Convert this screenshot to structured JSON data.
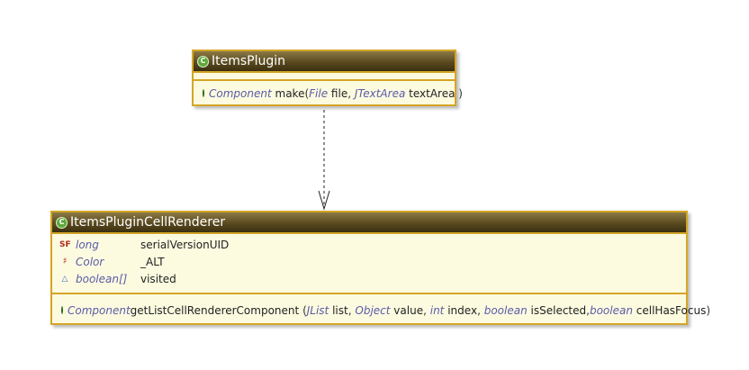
{
  "diagram": {
    "top_class": {
      "name": "ItemsPlugin",
      "icon": "class-icon",
      "methods": [
        {
          "visibility": "public",
          "return_type": "Component",
          "name": "make",
          "open_paren": "(",
          "params": [
            {
              "type": "File",
              "name": "file",
              "sep": ","
            },
            {
              "type": "JTextArea",
              "name": "textArea",
              "sep": ")"
            }
          ]
        }
      ]
    },
    "bottom_class": {
      "name": "ItemsPluginCellRenderer",
      "icon": "class-icon",
      "fields": [
        {
          "icon": "static-final-icon",
          "type": "long",
          "name": "serialVersionUID"
        },
        {
          "icon": "protected-icon",
          "type": "Color",
          "name": "_ALT"
        },
        {
          "icon": "package-icon",
          "type": "boolean[]",
          "name": "visited"
        }
      ],
      "methods": [
        {
          "visibility": "public",
          "return_type": "Component",
          "name": "getListCellRendererComponent",
          "open_paren": "(",
          "params": [
            {
              "type": "JList",
              "name": "list",
              "sep": ","
            },
            {
              "type": "Object",
              "name": "value",
              "sep": ","
            },
            {
              "type": "int",
              "name": "index",
              "sep": ","
            },
            {
              "type": "boolean",
              "name": "isSelected",
              "sep": ","
            },
            {
              "type": "boolean",
              "name": "cellHasFocus",
              "sep": ")"
            }
          ]
        }
      ]
    },
    "relationship": {
      "type": "dependency",
      "style": "dashed",
      "arrow": "open"
    },
    "colors": {
      "border": "#d4a526",
      "body": "#fcfbe0",
      "header": "#4a3c15",
      "type_text": "#5b5ba8"
    }
  }
}
